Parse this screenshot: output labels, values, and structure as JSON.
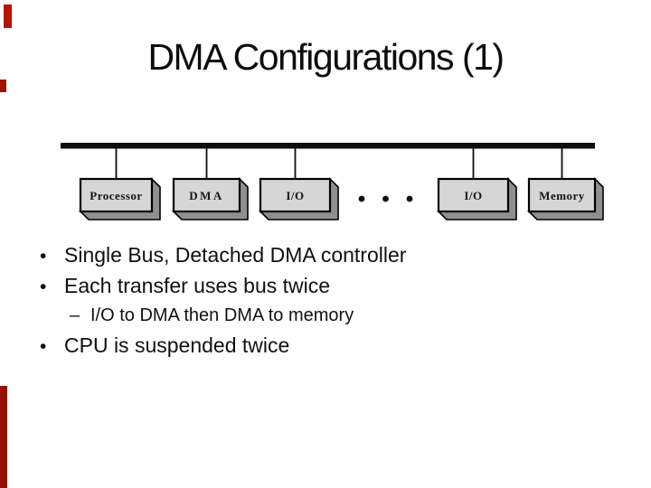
{
  "slide": {
    "title": "DMA Configurations (1)",
    "bullets": [
      {
        "text": "Single Bus, Detached DMA controller"
      },
      {
        "text": "Each transfer uses bus twice"
      },
      {
        "text": "I/O to DMA then DMA to memory"
      },
      {
        "text": "CPU is suspended twice"
      }
    ],
    "markers": {
      "bullet": "•",
      "dash": "–"
    }
  },
  "diagram": {
    "nodes": [
      "Processor",
      "DMA",
      "I/O",
      "I/O",
      "Memory"
    ],
    "ellipsis_dot_count": 3
  },
  "colors": {
    "text": "#101010",
    "bus_line": "#0d0d0d",
    "box_face": "#d6d6d6",
    "box_side": "#8f8f8f",
    "box_border": "#000000",
    "edge_artifact_red": "#b51500"
  }
}
